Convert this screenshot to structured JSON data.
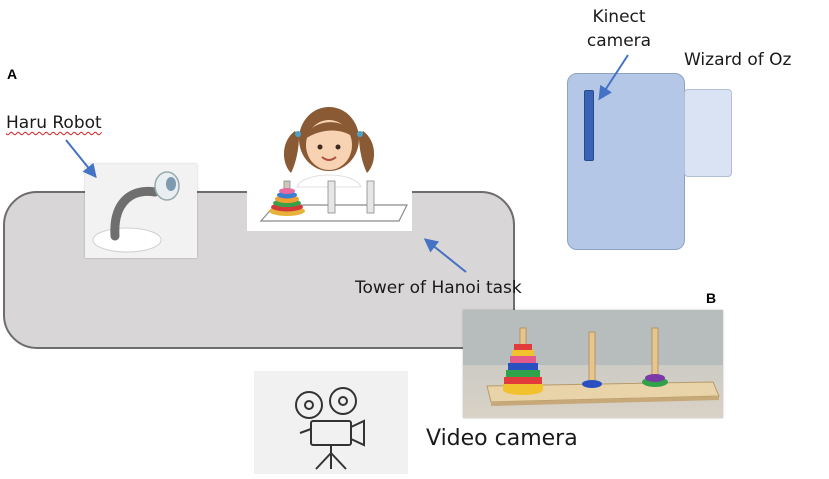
{
  "panels": {
    "a": "A",
    "b": "B"
  },
  "labels": {
    "haru_robot": "Haru Robot",
    "kinect_camera_line1": "Kinect",
    "kinect_camera_line2": "camera",
    "wizard_of_oz": "Wizard of Oz",
    "tower_of_hanoi": "Tower of Hanoi task",
    "video_camera": "Video camera"
  },
  "colors": {
    "table_fill": "#d8d6d7",
    "table_border": "#6d6d6d",
    "wizard_fill": "#b4c7e7",
    "wizard_border": "#8ea3c4",
    "kinect_bar": "#3a63b8",
    "arrow": "#4472c4"
  },
  "icons": [
    "robot-photo",
    "child-icon",
    "hanoi-illustration",
    "hanoi-photo",
    "video-camera-icon"
  ]
}
